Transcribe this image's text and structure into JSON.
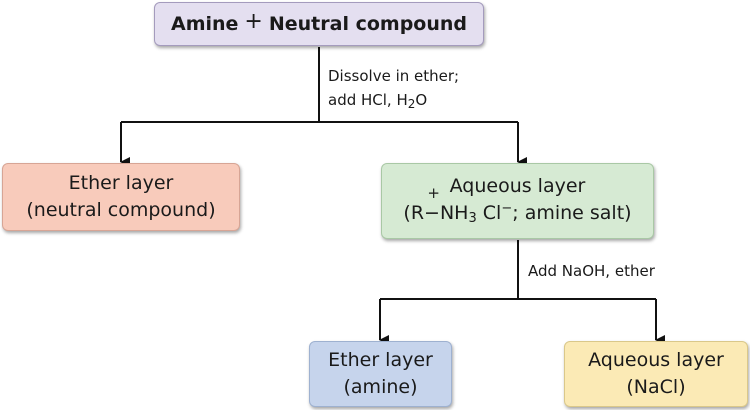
{
  "start_box": {
    "part1": "Amine",
    "plus": "+",
    "part2": "Neutral compound"
  },
  "step1": {
    "line1": "Dissolve in ether;",
    "line2_prefix": "add HCl, H",
    "line2_sub": "2",
    "line2_suffix": "O"
  },
  "ether_layer_1": {
    "title": "Ether layer",
    "content": "(neutral compound)"
  },
  "aqueous_layer_1": {
    "title": "Aqueous layer",
    "content_prefix": "(R−NH",
    "content_sub": "3",
    "content_mid": " Cl",
    "content_sup": "−",
    "content_suffix": "; amine salt)",
    "charge": "+"
  },
  "step2": {
    "text": "Add NaOH, ether"
  },
  "ether_layer_2": {
    "title": "Ether layer",
    "content": "(amine)"
  },
  "aqueous_layer_2": {
    "title": "Aqueous layer",
    "content": "(NaCl)"
  }
}
